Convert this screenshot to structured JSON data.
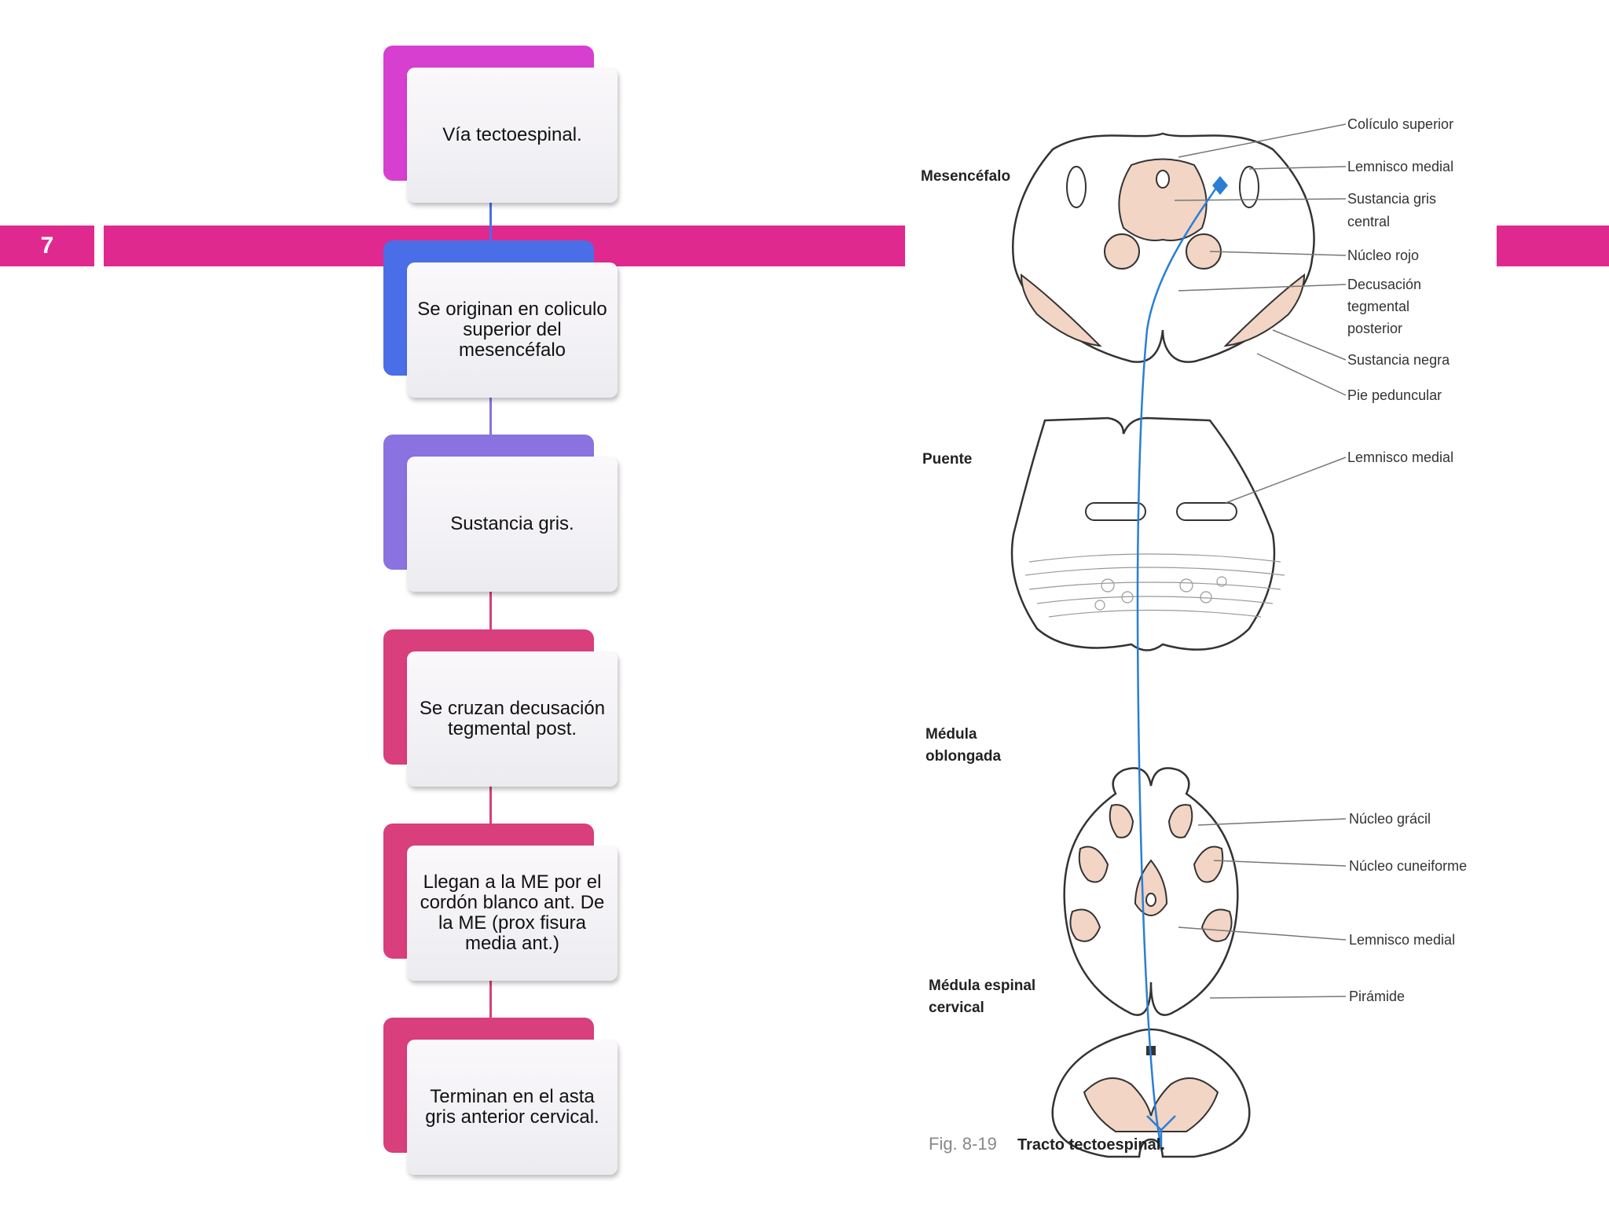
{
  "slide": {
    "number": "7",
    "accent_color": "#e0298e"
  },
  "steps": [
    {
      "text": "Vía tectoespinal.",
      "color": "#d63fd0"
    },
    {
      "text": "Se originan en coliculo superior del mesencéfalo",
      "color": "#4a6ee8"
    },
    {
      "text": "Sustancia gris.",
      "color": "#8a72e0"
    },
    {
      "text": "Se cruzan decusación tegmental post.",
      "color": "#d83f7c"
    },
    {
      "text": "Llegan a la ME por el cordón blanco ant. De la ME (prox fisura media ant.)",
      "color": "#d83f7c"
    },
    {
      "text": "Terminan en el asta gris anterior cervical.",
      "color": "#d83f7c"
    }
  ],
  "figure": {
    "sections": {
      "mesencefalo": "Mesencéfalo",
      "puente": "Puente",
      "medula_oblongada_1": "Médula",
      "medula_oblongada_2": "oblongada",
      "medula_espinal_1": "Médula espinal",
      "medula_espinal_2": "cervical"
    },
    "labels": {
      "coliculo_superior": "Colículo superior",
      "lemnisco_medial_1": "Lemnisco medial",
      "sustancia_gris_1": "Sustancia gris",
      "sustancia_gris_2": "central",
      "nucleo_rojo": "Núcleo rojo",
      "decusacion_1": "Decusación",
      "decusacion_2": "tegmental",
      "decusacion_3": "posterior",
      "sustancia_negra": "Sustancia negra",
      "pie_peduncular": "Pie peduncular",
      "lemnisco_medial_2": "Lemnisco medial",
      "nucleo_gracil": "Núcleo grácil",
      "nucleo_cuneiforme": "Núcleo cuneiforme",
      "lemnisco_medial_3": "Lemnisco medial",
      "piramide": "Pirámide"
    },
    "caption_fig": "Fig. 8-19",
    "caption_title": "Tracto tectoespinal.",
    "tract_color": "#2a7fd4",
    "tissue_color": "#f2d5c5"
  }
}
